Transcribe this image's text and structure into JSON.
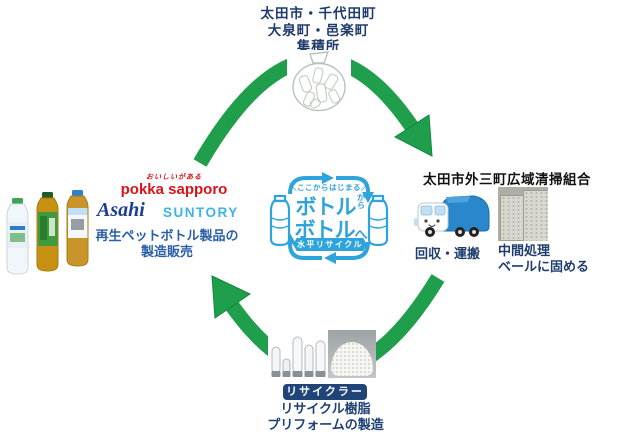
{
  "diagram_title_node": {
    "line1": "太田市・千代田町",
    "line2": "大泉町・邑楽町",
    "line3": "集積所"
  },
  "center_logo": {
    "tagline": "＼ここからはじまる／",
    "word1": "ボトル",
    "particle1": "から",
    "word2": "ボトル",
    "particle2": "へ",
    "ribbon": "水平リサイクル"
  },
  "left_node": {
    "pokka_tagline": "おいしいがある",
    "brand_pokka": "pokka sapporo",
    "brand_asahi": "Asahi",
    "brand_suntory": "SUNTORY",
    "caption_line1": "再生ペットボトル製品の",
    "caption_line2": "製造販売"
  },
  "right_node": {
    "title": "太田市外三町広域清掃組合",
    "truck_caption": "回収・運搬",
    "bale_caption_line1": "中間処理",
    "bale_caption_line2": "ベールに固める"
  },
  "bottom_node": {
    "badge": "リサイクラー",
    "caption_line1": "リサイクル樹脂",
    "caption_line2": "プリフォームの製造"
  },
  "icons": {
    "collection_bag": "collection-bag-icon",
    "garbage_truck": "garbage-truck-icon",
    "pet_bale": "pet-bale-photo",
    "preforms": "pet-preforms-photo",
    "resin": "resin-pellets-photo",
    "cycle_arrows": "green-cycle-arrows"
  },
  "colors": {
    "arrow_green": "#1f9e4b",
    "logo_blue": "#2fa3db",
    "navy_text": "#1f3a6b",
    "caption_blue": "#2b5ea8",
    "badge_navy": "#1e4478",
    "pokka_red": "#d7141a",
    "asahi_blue": "#1c3f94",
    "suntory_blue": "#3fb3e4",
    "truck_blue": "#2b87cc"
  }
}
